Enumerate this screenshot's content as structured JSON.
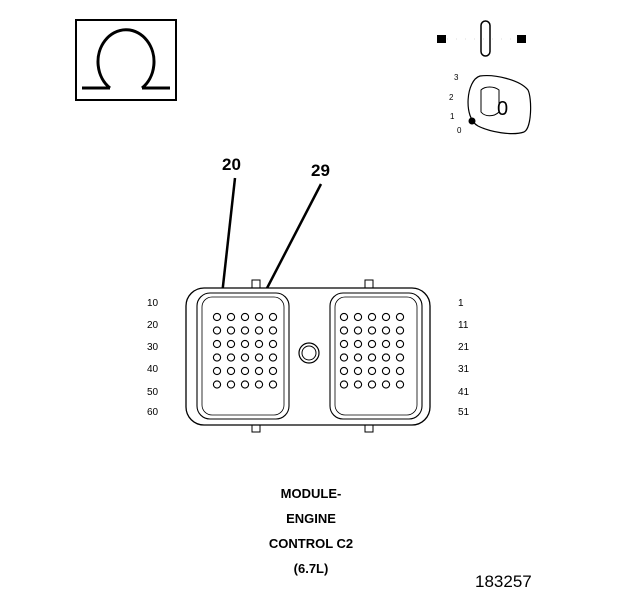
{
  "meter_symbol": "Ω",
  "dial": {
    "positions": [
      "3",
      "2",
      "1",
      "0"
    ],
    "key_label": "0"
  },
  "callouts": [
    "20",
    "29"
  ],
  "row_labels_left": [
    "10",
    "20",
    "30",
    "40",
    "50",
    "60"
  ],
  "row_labels_right": [
    "1",
    "11",
    "21",
    "31",
    "41",
    "51"
  ],
  "connector_title": [
    "MODULE-",
    "ENGINE",
    "CONTROL C2",
    "(6.7L)"
  ],
  "figure_number": "183257"
}
